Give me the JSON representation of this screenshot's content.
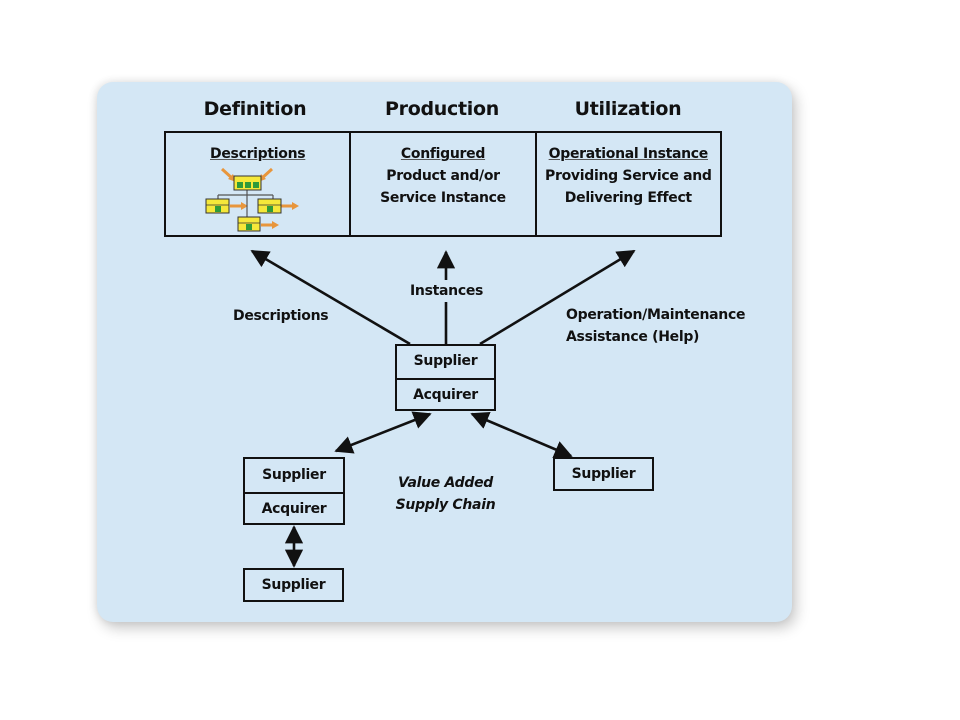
{
  "phases": [
    {
      "title": "Definition",
      "heading": "Descriptions",
      "lines": []
    },
    {
      "title": "Production",
      "heading": "Configured",
      "lines": [
        "Product and/or",
        "Service Instance"
      ]
    },
    {
      "title": "Utilization",
      "heading": "Operational Instance",
      "lines": [
        "Providing Service and",
        "Delivering Effect"
      ]
    }
  ],
  "arrow_labels": {
    "descriptions": "Descriptions",
    "instances": "Instances",
    "operation_line1": "Operation/Maintenance",
    "operation_line2": "Assistance (Help)"
  },
  "central_node": {
    "top": "Supplier",
    "bottom": "Acquirer"
  },
  "left_node": {
    "top": "Supplier",
    "bottom": "Acquirer"
  },
  "right_node": {
    "label": "Supplier"
  },
  "bottom_node": {
    "label": "Supplier"
  },
  "chain_label": {
    "line1": "Value Added",
    "line2": "Supply Chain"
  },
  "colors": {
    "panel": "#d4e7f5",
    "icon_box": "#f5e83a",
    "icon_square": "#2f9a3a",
    "icon_arrow": "#e8963c"
  }
}
